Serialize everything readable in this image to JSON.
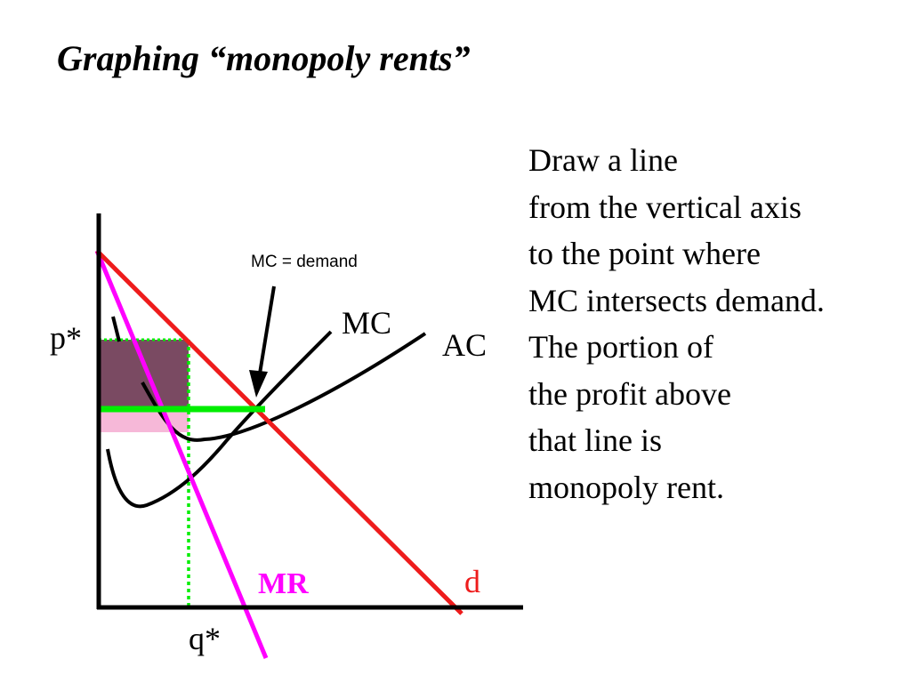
{
  "slide": {
    "title": "Graphing “monopoly rents”"
  },
  "explanation": {
    "lines": [
      "Draw a line",
      "from the vertical axis",
      "to the point where",
      "MC intersects demand.",
      "The portion of",
      "the profit above",
      "that line is",
      "monopoly rent."
    ]
  },
  "diagram": {
    "labels": {
      "price": "p*",
      "quantity": "q*",
      "mc": "MC",
      "ac": "AC",
      "mr": "MR",
      "demand": "d",
      "annotation": "MC = demand"
    },
    "colors": {
      "demand": "#ee1c1c",
      "mr": "#ff00ff",
      "rent_line": "#00ee00",
      "rent_area": "#7a4a62",
      "normal_profit_area": "#f6b8d8",
      "curves": "#000000"
    }
  }
}
